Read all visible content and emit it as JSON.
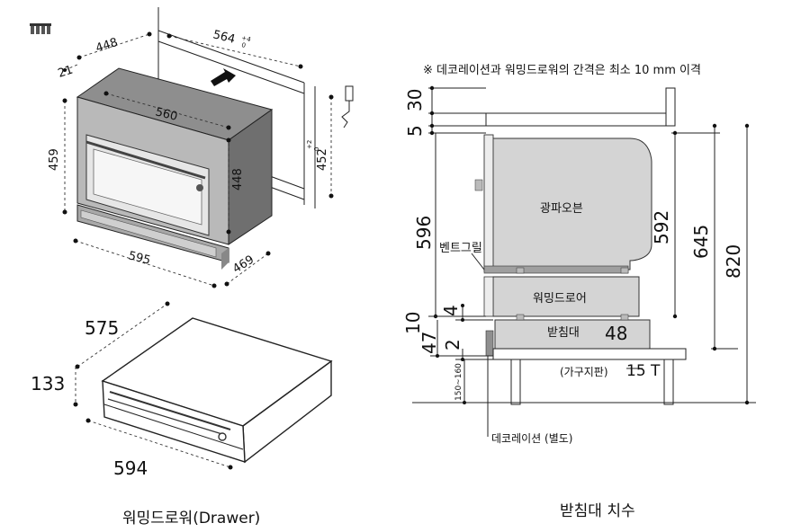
{
  "oven": {
    "dims": {
      "top_depth": "448",
      "front_offset": "21",
      "body_width": "560",
      "cutout_width": "564",
      "cutout_width_tol": "+4\n0",
      "height": "459",
      "inner_height": "448",
      "cutout_height": "452",
      "cutout_height_tol": "+2\n0",
      "front_width": "595",
      "depth": "469"
    }
  },
  "drawer": {
    "dims": {
      "depth": "575",
      "height": "133",
      "width": "594"
    },
    "caption": "워밍드로워(Drawer)"
  },
  "stand": {
    "note": "※ 데코레이션과 워밍드로워의 간격은 최소 10 mm 이격",
    "dims": {
      "top_gap": "30",
      "gap5": "5",
      "oven_h": "596",
      "inner_h": "592",
      "total_h": "645",
      "overall_h": "820",
      "gap4": "4",
      "gap10": "10",
      "gap47": "47",
      "gap2": "2",
      "stand_h": "48",
      "leg_h": "150~160"
    },
    "labels": {
      "oven": "광파오븐",
      "vent": "벤트그릴",
      "drawer": "워밍드로어",
      "base": "받침대",
      "board": "(가구지판)",
      "board_t": "15 T",
      "deco": "데코레이션 (별도)"
    },
    "caption": "받침대 치수"
  }
}
